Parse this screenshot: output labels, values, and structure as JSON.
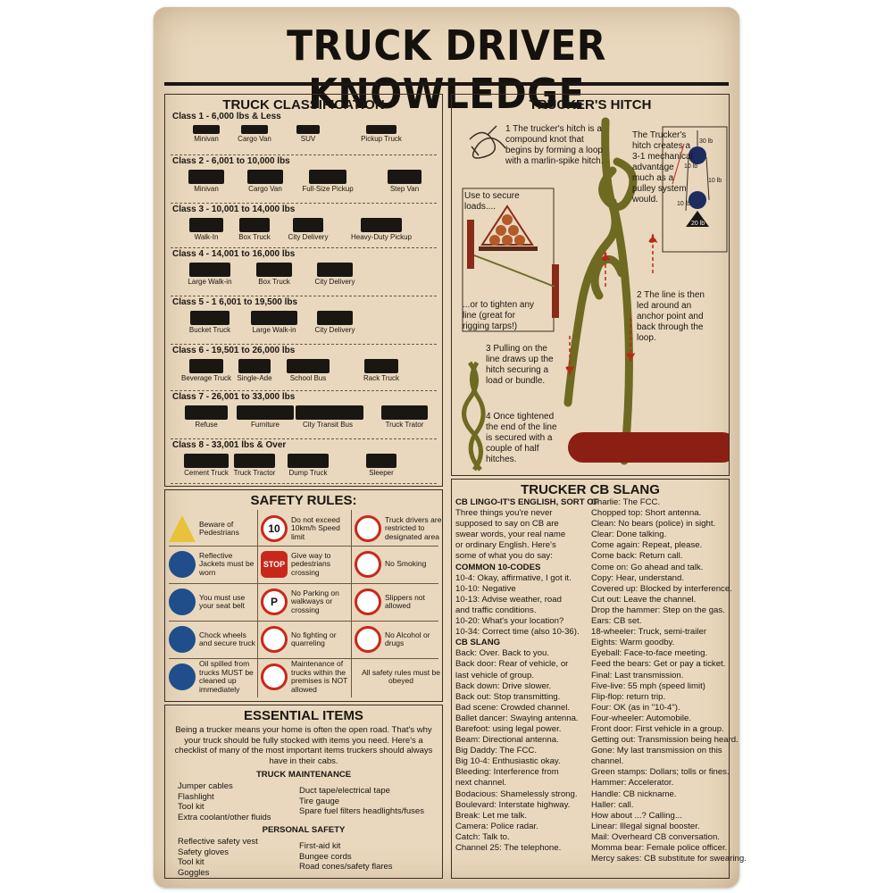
{
  "title": "TRUCK DRIVER KNOWLEDGE",
  "classification": {
    "heading": "TRUCK CLASSIFICATION",
    "classes": [
      {
        "label": "Class 1 - 6,000 lbs & Less",
        "vehicles": [
          "Minivan",
          "Cargo Van",
          "SUV",
          "Pickup Truck"
        ]
      },
      {
        "label": "Class 2 - 6,001 to 10,000 lbs",
        "vehicles": [
          "Minivan",
          "Cargo Van",
          "Full-Size Pickup",
          "Step Van"
        ]
      },
      {
        "label": "Class 3 - 10,001 to 14,000 lbs",
        "vehicles": [
          "Walk-In",
          "Box Truck",
          "City Delivery",
          "Heavy-Duty Pickup"
        ]
      },
      {
        "label": "Class 4 - 14,001 to 16,000 lbs",
        "vehicles": [
          "Large Walk-in",
          "Box Truck",
          "City Delivery"
        ]
      },
      {
        "label": "Class 5 - 1 6,001 to 19,500 lbs",
        "vehicles": [
          "Bucket Truck",
          "Large Walk-in",
          "City Delivery"
        ]
      },
      {
        "label": "Class 6 - 19,501 to 26,000 lbs",
        "vehicles": [
          "Beverage Truck",
          "Single-Ade",
          "School Bus",
          "Rack Truck"
        ]
      },
      {
        "label": "Class 7 - 26,001 to 33,000 lbs",
        "vehicles": [
          "Refuse",
          "Furniture",
          "City Transit Bus",
          "Truck Trator"
        ]
      },
      {
        "label": "Class 8 - 33,001 lbs & Over",
        "vehicles": [
          "Cement Truck",
          "Truck Tractor",
          "Dump Truck",
          "Sleeper"
        ]
      }
    ]
  },
  "safety": {
    "heading": "SAFETY RULES:",
    "rules": [
      {
        "text": "Beware of Pedestrians",
        "icon": "pedestrian-warning-icon"
      },
      {
        "text": "Do not exceed 10km/h Speed limit",
        "icon": "speed-limit-10-icon",
        "glyph": "10"
      },
      {
        "text": "Truck drivers are restricted to designated area",
        "icon": "no-entry-icon"
      },
      {
        "text": "Reflective Jackets must be worn",
        "icon": "reflective-jacket-icon"
      },
      {
        "text": "Give way to pedestrians crossing",
        "icon": "stop-sign-icon",
        "glyph": "STOP"
      },
      {
        "text": "No Smoking",
        "icon": "no-smoking-icon"
      },
      {
        "text": "You must use your seat belt",
        "icon": "seat-belt-icon"
      },
      {
        "text": "No Parking on walkways or crossing",
        "icon": "no-parking-icon",
        "glyph": "P"
      },
      {
        "text": "Slippers not allowed",
        "icon": "no-slippers-icon"
      },
      {
        "text": "Chock wheels and secure truck",
        "icon": "chock-wheels-icon"
      },
      {
        "text": "No fighting or quarreling",
        "icon": "no-fighting-icon"
      },
      {
        "text": "No Alcohol or drugs",
        "icon": "no-alcohol-icon"
      },
      {
        "text": "Oil spilled from trucks MUST be cleaned up immediately",
        "icon": "oil-spill-icon"
      },
      {
        "text": "Maintenance of trucks within the premises is NOT allowed",
        "icon": "no-maintenance-icon"
      },
      {
        "text": "All safety rules must be obeyed",
        "icon": ""
      }
    ]
  },
  "essentials": {
    "heading": "ESSENTIAL ITEMS",
    "intro": "Being a trucker means your home is often the open road. That's why your truck should be fully stocked with items you need. Here's a checklist of many of the most important items truckers should always have in their cabs.",
    "maintenance_heading": "TRUCK MAINTENANCE",
    "maintenance_left": [
      "Jumper cables",
      "Flashlight",
      "Tool kit",
      "Extra coolant/other fluids"
    ],
    "maintenance_right": [
      "Duct tape/electrical tape",
      "Tire gauge",
      "Spare fuel filters headlights/fuses"
    ],
    "personal_heading": "PERSONAL SAFETY",
    "personal_left": [
      "Reflective safety vest",
      "Safety gloves",
      "Tool kit",
      "Goggles"
    ],
    "personal_right": [
      "First-aid kit",
      "Bungee cords",
      "Road cones/safety flares"
    ]
  },
  "hitch": {
    "heading": "TRUCKER'S HITCH",
    "step1": "1 The trucker's hitch is a compound knot that begins by forming a loop with a marlin-spike hitch.",
    "use_secure": "Use to secure loads....",
    "tighten": "...or to tighten any line (great for rigging tarps!)",
    "mechanical": "The Trucker's hitch creates a 3-1 mechanical advantage much as a pulley system would.",
    "step2": "2 The line is then led around an anchor point and back through the loop.",
    "step3": "3 Pulling on the line draws up the hitch securing a load or bundle.",
    "step4": "4 Once tightened the end of the line is secured with a couple of half hitches.",
    "pulley_labels": [
      "30 lb",
      "10 lb",
      "10 lb",
      "10 lb",
      "20 lb"
    ]
  },
  "slang": {
    "heading": "TRUCKER CB SLANG",
    "left": [
      {
        "t": "CB LINGO-IT'S ENGLISH, SORT OF",
        "b": true
      },
      {
        "t": "Three things you're never"
      },
      {
        "t": "supposed to say on CB are"
      },
      {
        "t": "swear words, your real name"
      },
      {
        "t": "or ordinary English. Here's"
      },
      {
        "t": "some of what you do say:"
      },
      {
        "t": "COMMON 10-CODES",
        "b": true
      },
      {
        "t": "10-4: Okay, affirmative, I got it."
      },
      {
        "t": "10-10: Negative"
      },
      {
        "t": "10-13: Advise weather, road"
      },
      {
        "t": "and traffic conditions."
      },
      {
        "t": "10-20: What's your location?"
      },
      {
        "t": "10-34: Correct time (also 10-36)."
      },
      {
        "t": "CB SLANG",
        "b": true
      },
      {
        "t": "Back: Over. Back to you."
      },
      {
        "t": "Back door: Rear of vehicle, or"
      },
      {
        "t": "last vehicle of group."
      },
      {
        "t": "Back down: Drive slower."
      },
      {
        "t": "Back out: Stop transmitting."
      },
      {
        "t": "Bad scene: Crowded channel."
      },
      {
        "t": "Ballet dancer: Swaying antenna."
      },
      {
        "t": "Barefoot: using legal power."
      },
      {
        "t": "Beam: Directional antenna."
      },
      {
        "t": "Big Daddy: The FCC."
      },
      {
        "t": "Big 10-4: Enthusiastic okay."
      },
      {
        "t": "Bleeding: Interference from"
      },
      {
        "t": "next channel."
      },
      {
        "t": "Bodacious: Shamelessly strong."
      },
      {
        "t": "Boulevard: Interstate highway."
      },
      {
        "t": "Break: Let me talk."
      },
      {
        "t": "Camera: Police radar."
      },
      {
        "t": "Catch: Talk to."
      },
      {
        "t": "Channel 25: The telephone."
      }
    ],
    "right": [
      "Charlie: The FCC.",
      "Chopped top: Short antenna.",
      "Clean: No bears (police) in sight.",
      "Clear: Done talking.",
      "Come again: Repeat, please.",
      "Come back: Return call.",
      "Come on: Go ahead and talk.",
      "Copy: Hear, understand.",
      "Covered up: Blocked by interference.",
      "Cut out: Leave the channel.",
      "Drop the hammer: Step on the gas.",
      "Ears: CB set.",
      "18-wheeler: Truck, semi-trailer",
      "Eights: Warm goodby.",
      "Eyeball: Face-to-face meeting.",
      "Feed the bears: Get or pay a ticket.",
      "Final: Last transmission.",
      "Five-live: 55 mph (speed limit)",
      "Flip-flop: return trip.",
      "Four: OK (as in \"10-4\").",
      "Four-wheeler: Automobile.",
      "Front door: First vehicle in a group.",
      "Getting out: Transmission being heard.",
      "Gone: My last transmission on this",
      "channel.",
      "Green stamps: Dollars; tolls or fines.",
      "Hammer: Accelerator.",
      "Handle: CB nickname.",
      "Haller: call.",
      "How about ...? Calling...",
      "Linear: Illegal signal booster.",
      "Mail: Overheard CB conversation.",
      "Momma bear: Female police officer.",
      "Mercy sakes: CB substitute for swearing."
    ]
  }
}
